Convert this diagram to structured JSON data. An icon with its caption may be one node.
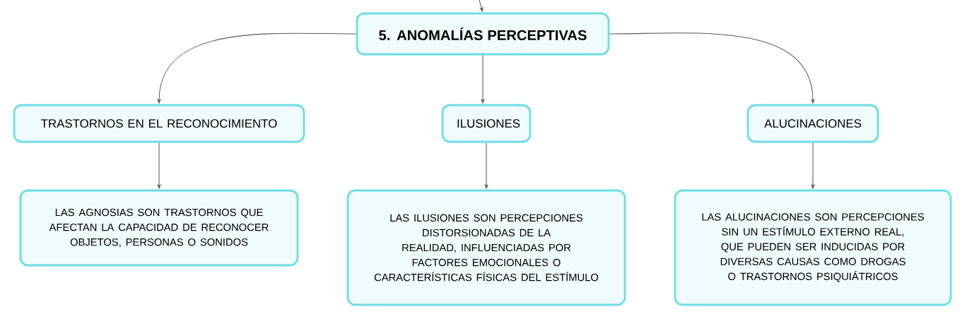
{
  "diagram": {
    "nodes": [
      {
        "text": [
          "5. ANOMALÍAS PERCEPTIVAS"
        ]
      },
      {
        "text": [
          "TRASTORNOS EN EL RECONOCIMIENTO"
        ]
      },
      {
        "text": [
          "ILUSIONES"
        ]
      },
      {
        "text": [
          "ALUCINACIONES"
        ]
      },
      {
        "text": [
          "LAS AGNOSIAS SON TRASTORNOS QUE AFECTAN LA CAPACIDAD DE RECONOCER OBJETOS, PERSONAS O SONIDOS"
        ]
      },
      {
        "text": [
          "LAS ILUSIONES SON PERCEPCIONES DISTORSIONADAS DE LA REALIDAD, INFLUENCIADAS POR FACTORES EMOCIONALES O CARACTERÍSTICAS FÍSICAS DEL ESTÍMULO"
        ]
      },
      {
        "text": [
          "LAS ALUCINACIONES SON PERCEPCIONES SIN UN ESTÍMULO EXTERNO REAL, QUE PUEDEN SER INDUCIDAS POR DIVERSAS CAUSAS COMO DROGAS O TRASTORNOS PSIQUIÁTRICOS"
        ]
      }
    ],
    "edges": [
      {
        "from": null,
        "to": 0,
        "arrow": "to"
      },
      {
        "from": 0,
        "to": 1,
        "arrow": "to"
      },
      {
        "from": 0,
        "to": 2,
        "arrow": "to"
      },
      {
        "from": 0,
        "to": 3,
        "arrow": "to"
      },
      {
        "from": 1,
        "to": 4,
        "arrow": "to"
      },
      {
        "from": 2,
        "to": 5,
        "arrow": "to"
      },
      {
        "from": 3,
        "to": 6,
        "arrow": "to"
      }
    ]
  }
}
